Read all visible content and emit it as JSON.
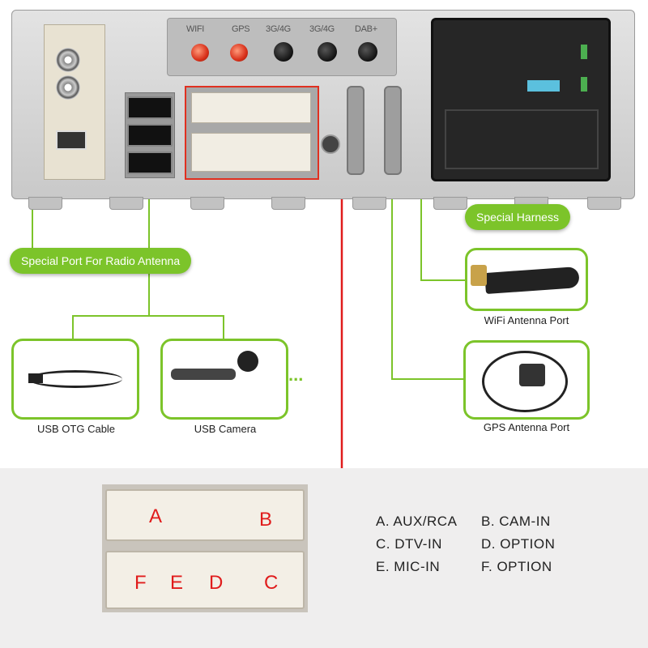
{
  "ports": {
    "wifi": "WIFI",
    "gps": "GPS",
    "port3g4g_1": "3G/4G",
    "port3g4g_2": "3G/4G",
    "dab": "DAB+"
  },
  "labels": {
    "special_harness": "Special Harness",
    "radio_antenna": "Special Port For Radio Antenna",
    "wifi_antenna": "WiFi Antenna Port",
    "gps_antenna": "GPS Antenna Port",
    "usb_otg": "USB OTG Cable",
    "usb_camera": "USB Camera",
    "more": "..."
  },
  "plug_letters": {
    "a": "A",
    "b": "B",
    "f": "F",
    "e": "E",
    "d": "D",
    "c": "C"
  },
  "legend": {
    "a": "A. AUX/RCA",
    "b": "B. CAM-IN",
    "c": "C. DTV-IN",
    "d": "D. OPTION",
    "e": "E. MIC-IN",
    "f": "F. OPTION"
  },
  "colors": {
    "accent_green": "#7cc42a",
    "highlight_red": "#e01c1c"
  }
}
